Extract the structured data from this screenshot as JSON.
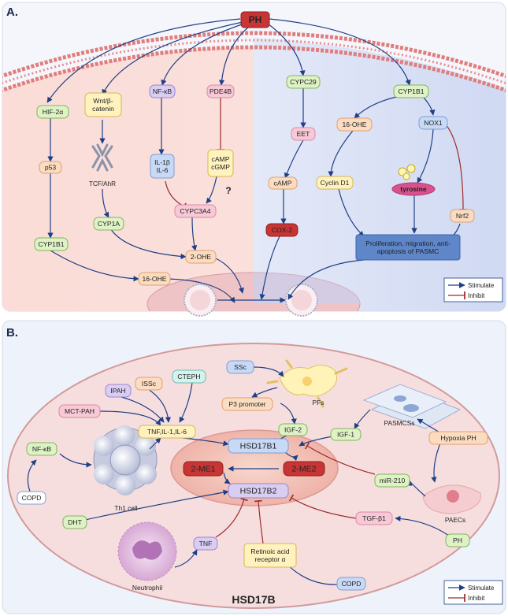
{
  "panel_a": {
    "label": "A.",
    "source": "PH",
    "nodes": {
      "hif": "HIF-2α",
      "wnt_l1": "Wnt/β-",
      "wnt_l2": "catenin",
      "nfkb": "NF-κB",
      "pde4b": "PDE4B",
      "cypc29": "CYPC29",
      "cyp1b1_top": "CYP1B1",
      "tcf": "TCF/AhR",
      "il1b": "IL-1β",
      "il6": "IL-6",
      "camp1": "cAMP",
      "cgmp": "cGMP",
      "question": "?",
      "eet": "EET",
      "ohe16_right": "16-OHE",
      "nox1": "NOX1",
      "p53": "p53",
      "cyp1a": "CYP1A",
      "cypc3a4": "CYPC3A4",
      "camp2": "cAMP",
      "cyclin": "Cyclin D1",
      "tyrosine": "tyrosine",
      "nrf2": "Nrf2",
      "cyp1b1_low": "CYP1B1",
      "ohe2": "2-OHE",
      "cox2": "COX-2",
      "prolif_l1": "Proliferation, migration, anti-",
      "prolif_l2": "apoptosis of PASMC",
      "ohe16_low": "16-OHE"
    },
    "legend": {
      "stimulate": "Stimulate",
      "inhibit": "Inhibit"
    }
  },
  "panel_b": {
    "label": "B.",
    "title": "HSD17B",
    "nodes": {
      "ssc_top": "SSc",
      "ipah": "IPAH",
      "issc": "ISSc",
      "cteph": "CTEPH",
      "mctpah": "MCT-PAH",
      "p3": "P3 promoter",
      "pfs": "PFs",
      "nfkb": "NF-κB",
      "tnf_il": "TNF,IL-1,IL-6",
      "igf2": "IGF-2",
      "igf1": "IGF-1",
      "pasmcs": "PASMCSs",
      "hypoxia": "Hypoxia PH",
      "copd1": "COPD",
      "th1": "Th1 cell",
      "hsd17b1": "HSD17B1",
      "me1": "2-ME1",
      "me2": "2-ME2",
      "hsd17b2": "HSD17B2",
      "mir210": "miR-210",
      "paecs": "PAECs",
      "dht": "DHT",
      "tgfb1": "TGF-β1",
      "ph": "PH",
      "tnf": "TNF",
      "neutrophil": "Neutrophil",
      "retinoic_l1": "Retinoic acid",
      "retinoic_l2": "receptor α",
      "copd2": "COPD"
    },
    "legend": {
      "stimulate": "Stimulate",
      "inhibit": "Inhibit"
    }
  },
  "colors": {
    "stimulate": "#1f3f86",
    "inhibit": "#9b2a2a",
    "green_node": "#dff2c6",
    "orange_node": "#fbdcc0",
    "blue_node": "#c7d9f5",
    "purple_node": "#d9cdf2",
    "pink_node": "#f7c9d6",
    "red_node": "#c83535"
  }
}
